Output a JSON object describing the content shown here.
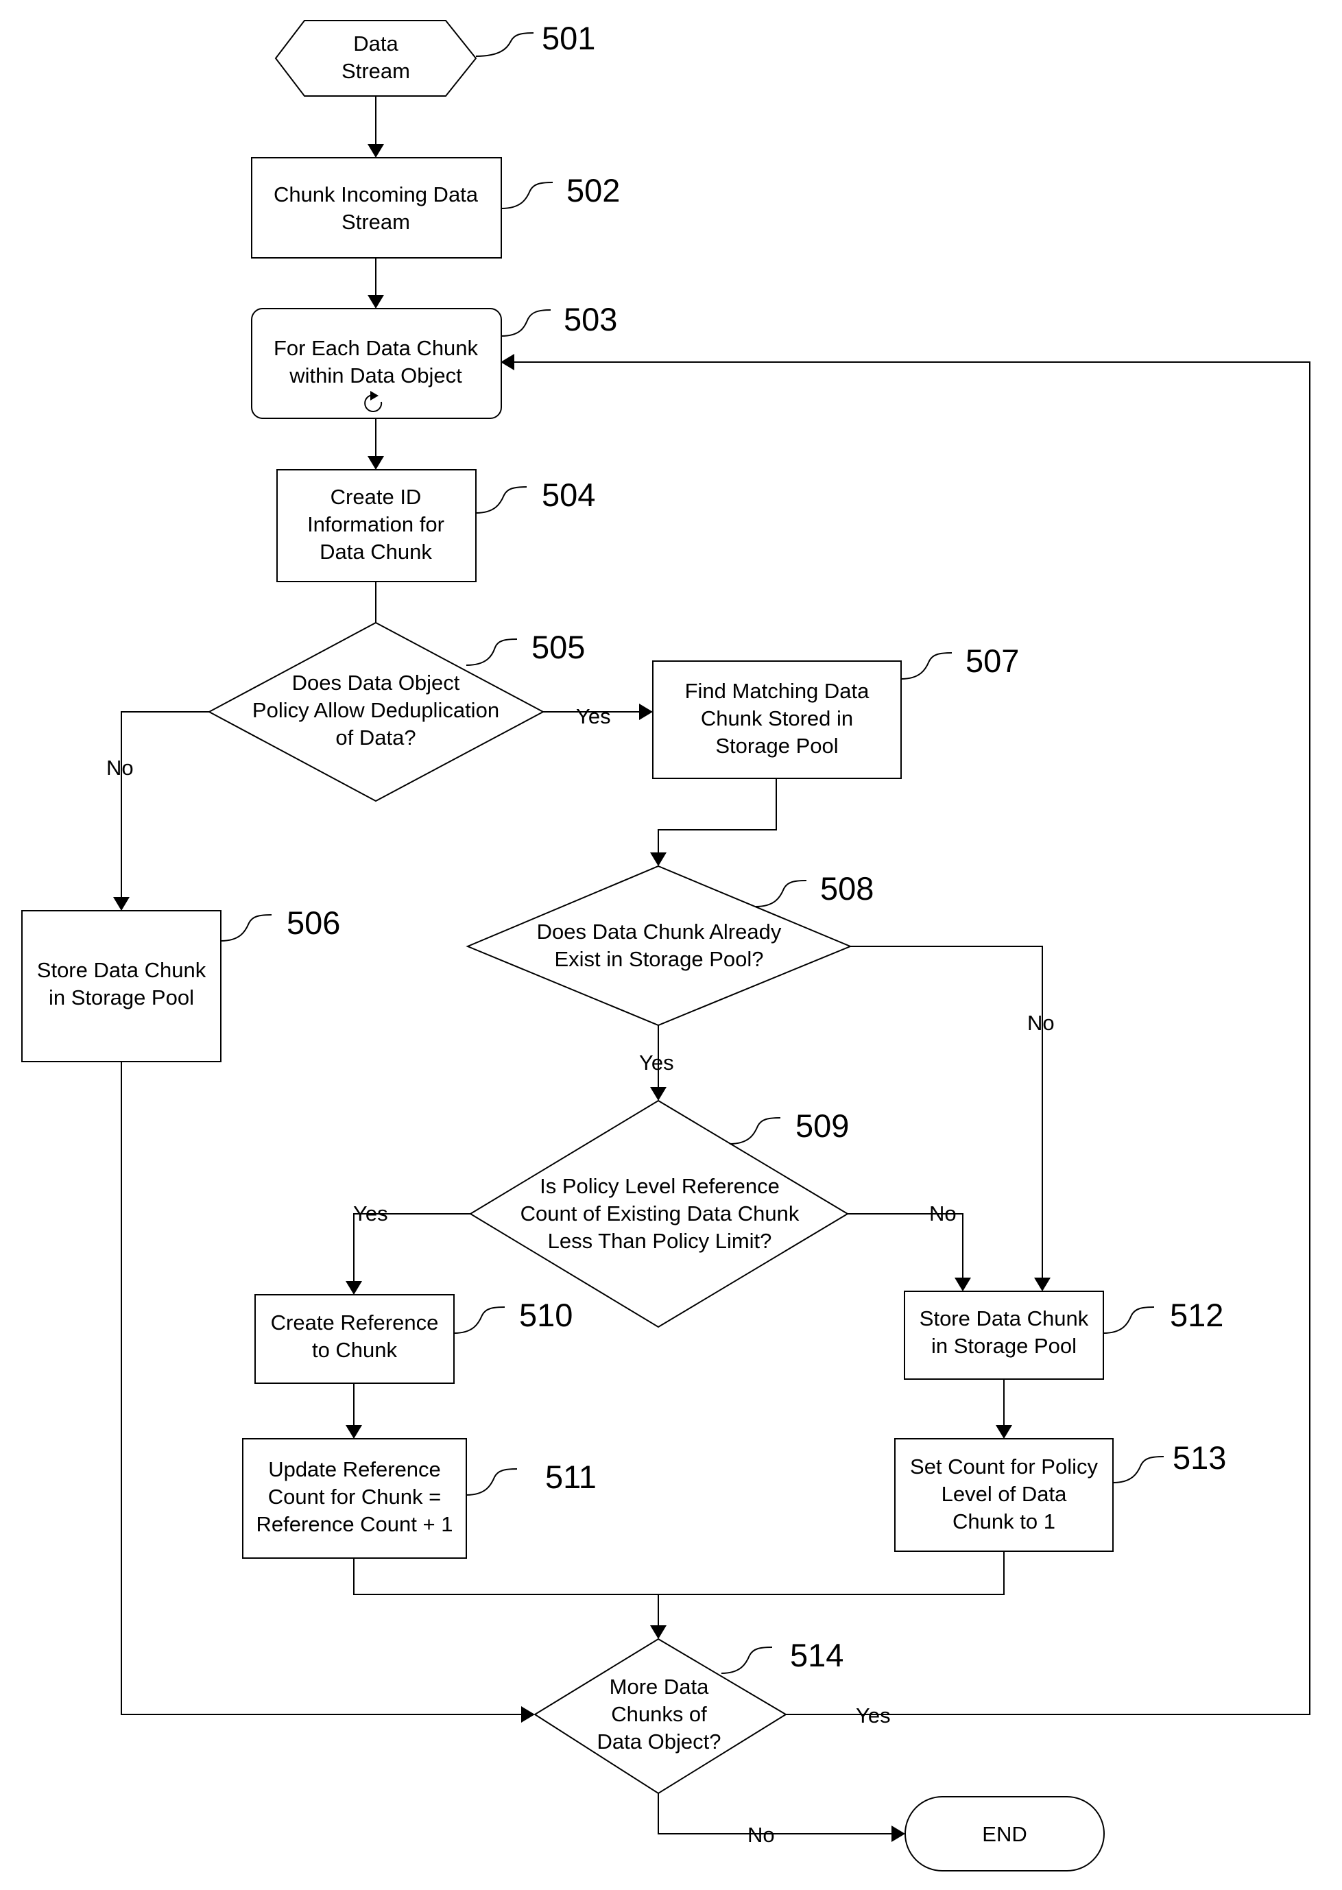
{
  "nodes": {
    "n501": {
      "ref": "501",
      "lines": [
        "Data",
        "Stream"
      ]
    },
    "n502": {
      "ref": "502",
      "lines": [
        "Chunk Incoming Data",
        "Stream"
      ]
    },
    "n503": {
      "ref": "503",
      "lines": [
        "For Each Data Chunk",
        "within Data Object"
      ]
    },
    "n504": {
      "ref": "504",
      "lines": [
        "Create ID",
        "Information for",
        "Data Chunk"
      ]
    },
    "n505": {
      "ref": "505",
      "lines": [
        "Does Data Object",
        "Policy Allow Deduplication",
        "of Data?"
      ]
    },
    "n506": {
      "ref": "506",
      "lines": [
        "Store Data Chunk",
        "in Storage Pool"
      ]
    },
    "n507": {
      "ref": "507",
      "lines": [
        "Find Matching Data",
        "Chunk Stored in",
        "Storage Pool"
      ]
    },
    "n508": {
      "ref": "508",
      "lines": [
        "Does Data Chunk Already",
        "Exist in Storage Pool?"
      ]
    },
    "n509": {
      "ref": "509",
      "lines": [
        "Is Policy Level Reference",
        "Count of Existing Data Chunk",
        "Less Than Policy Limit?"
      ]
    },
    "n510": {
      "ref": "510",
      "lines": [
        "Create Reference",
        "to Chunk"
      ]
    },
    "n511": {
      "ref": "511",
      "lines": [
        "Update Reference",
        "Count for Chunk =",
        "Reference Count + 1"
      ]
    },
    "n512": {
      "ref": "512",
      "lines": [
        "Store Data Chunk",
        "in Storage Pool"
      ]
    },
    "n513": {
      "ref": "513",
      "lines": [
        "Set Count for Policy",
        "Level of Data",
        "Chunk to 1"
      ]
    },
    "n514": {
      "ref": "514",
      "lines": [
        "More Data",
        "Chunks of",
        "Data Object?"
      ]
    },
    "end": {
      "lines": [
        "END"
      ]
    }
  },
  "edges": {
    "yes_505": "Yes",
    "no_505": "No",
    "yes_508": "Yes",
    "no_508": "No",
    "yes_509": "Yes",
    "no_509": "No",
    "yes_514": "Yes",
    "no_514": "No"
  },
  "colors": {
    "stroke": "#000000",
    "fill": "#ffffff"
  }
}
